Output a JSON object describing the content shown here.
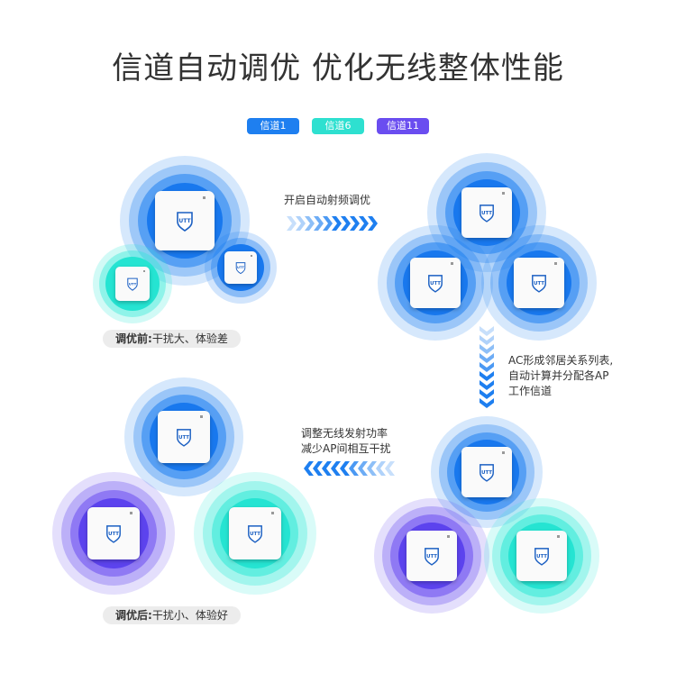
{
  "title": "信道自动调优 优化无线整体性能",
  "legend": [
    {
      "label": "信道1",
      "color": "#1e7ff0"
    },
    {
      "label": "信道6",
      "color": "#2ee8d6"
    },
    {
      "label": "信道11",
      "color": "#6a4df0"
    }
  ],
  "steps": {
    "step1": "开启自动射频调优",
    "step2_lines": [
      "AC形成邻居关系列表,",
      "自动计算并分配各AP",
      "工作信道"
    ],
    "step3_lines": [
      "调整无线发射功率",
      "减少AP间相互干扰"
    ]
  },
  "before": {
    "label_bold": "调优前:",
    "label_text": "干扰大、体验差"
  },
  "after": {
    "label_bold": "调优后:",
    "label_text": "干扰小、体验好"
  },
  "device": {
    "logo_text": "UTT",
    "icon": "access-point-icon"
  },
  "colors": {
    "blue": "#1e7ff0",
    "cyan": "#2ee8d6",
    "purple": "#6a4df0"
  }
}
